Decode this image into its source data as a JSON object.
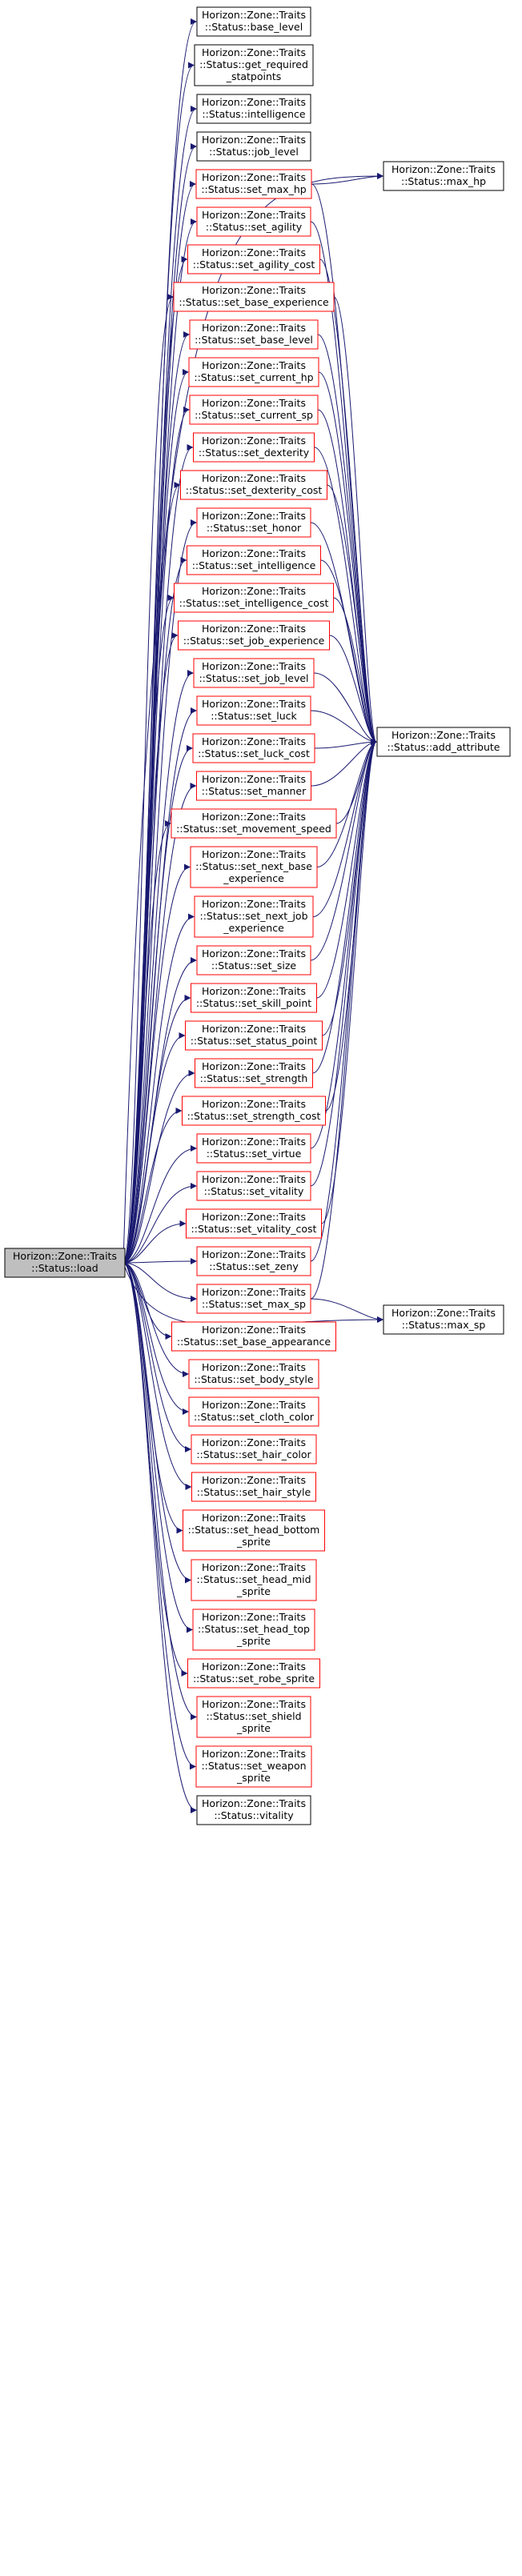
{
  "graph": {
    "source": {
      "id": "load",
      "lines": [
        "Horizon::Zone::Traits",
        "::Status::load"
      ],
      "fill": "#bfbfbf",
      "border": "#000000"
    },
    "colors": {
      "edge": "#191970",
      "linked_border": "#000000",
      "partial_border": "#ff0000"
    },
    "callees": [
      {
        "id": "base_level",
        "lines": [
          "Horizon::Zone::Traits",
          "::Status::base_level"
        ],
        "border": "black"
      },
      {
        "id": "get_required_statpoints",
        "lines": [
          "Horizon::Zone::Traits",
          "::Status::get_required",
          "_statpoints"
        ],
        "border": "black"
      },
      {
        "id": "intelligence",
        "lines": [
          "Horizon::Zone::Traits",
          "::Status::intelligence"
        ],
        "border": "black"
      },
      {
        "id": "job_level",
        "lines": [
          "Horizon::Zone::Traits",
          "::Status::job_level"
        ],
        "border": "black"
      },
      {
        "id": "set_max_hp",
        "lines": [
          "Horizon::Zone::Traits",
          "::Status::set_max_hp"
        ],
        "border": "red"
      },
      {
        "id": "set_agility",
        "lines": [
          "Horizon::Zone::Traits",
          "::Status::set_agility"
        ],
        "border": "red"
      },
      {
        "id": "set_agility_cost",
        "lines": [
          "Horizon::Zone::Traits",
          "::Status::set_agility_cost"
        ],
        "border": "red"
      },
      {
        "id": "set_base_experience",
        "lines": [
          "Horizon::Zone::Traits",
          "::Status::set_base_experience"
        ],
        "border": "red"
      },
      {
        "id": "set_base_level",
        "lines": [
          "Horizon::Zone::Traits",
          "::Status::set_base_level"
        ],
        "border": "red"
      },
      {
        "id": "set_current_hp",
        "lines": [
          "Horizon::Zone::Traits",
          "::Status::set_current_hp"
        ],
        "border": "red"
      },
      {
        "id": "set_current_sp",
        "lines": [
          "Horizon::Zone::Traits",
          "::Status::set_current_sp"
        ],
        "border": "red"
      },
      {
        "id": "set_dexterity",
        "lines": [
          "Horizon::Zone::Traits",
          "::Status::set_dexterity"
        ],
        "border": "red"
      },
      {
        "id": "set_dexterity_cost",
        "lines": [
          "Horizon::Zone::Traits",
          "::Status::set_dexterity_cost"
        ],
        "border": "red"
      },
      {
        "id": "set_honor",
        "lines": [
          "Horizon::Zone::Traits",
          "::Status::set_honor"
        ],
        "border": "red"
      },
      {
        "id": "set_intelligence",
        "lines": [
          "Horizon::Zone::Traits",
          "::Status::set_intelligence"
        ],
        "border": "red"
      },
      {
        "id": "set_intelligence_cost",
        "lines": [
          "Horizon::Zone::Traits",
          "::Status::set_intelligence_cost"
        ],
        "border": "red"
      },
      {
        "id": "set_job_experience",
        "lines": [
          "Horizon::Zone::Traits",
          "::Status::set_job_experience"
        ],
        "border": "red"
      },
      {
        "id": "set_job_level",
        "lines": [
          "Horizon::Zone::Traits",
          "::Status::set_job_level"
        ],
        "border": "red"
      },
      {
        "id": "set_luck",
        "lines": [
          "Horizon::Zone::Traits",
          "::Status::set_luck"
        ],
        "border": "red"
      },
      {
        "id": "set_luck_cost",
        "lines": [
          "Horizon::Zone::Traits",
          "::Status::set_luck_cost"
        ],
        "border": "red"
      },
      {
        "id": "set_manner",
        "lines": [
          "Horizon::Zone::Traits",
          "::Status::set_manner"
        ],
        "border": "red"
      },
      {
        "id": "set_movement_speed",
        "lines": [
          "Horizon::Zone::Traits",
          "::Status::set_movement_speed"
        ],
        "border": "red"
      },
      {
        "id": "set_next_base_experience",
        "lines": [
          "Horizon::Zone::Traits",
          "::Status::set_next_base",
          "_experience"
        ],
        "border": "red"
      },
      {
        "id": "set_next_job_experience",
        "lines": [
          "Horizon::Zone::Traits",
          "::Status::set_next_job",
          "_experience"
        ],
        "border": "red"
      },
      {
        "id": "set_size",
        "lines": [
          "Horizon::Zone::Traits",
          "::Status::set_size"
        ],
        "border": "red"
      },
      {
        "id": "set_skill_point",
        "lines": [
          "Horizon::Zone::Traits",
          "::Status::set_skill_point"
        ],
        "border": "red"
      },
      {
        "id": "set_status_point",
        "lines": [
          "Horizon::Zone::Traits",
          "::Status::set_status_point"
        ],
        "border": "red"
      },
      {
        "id": "set_strength",
        "lines": [
          "Horizon::Zone::Traits",
          "::Status::set_strength"
        ],
        "border": "red"
      },
      {
        "id": "set_strength_cost",
        "lines": [
          "Horizon::Zone::Traits",
          "::Status::set_strength_cost"
        ],
        "border": "red"
      },
      {
        "id": "set_virtue",
        "lines": [
          "Horizon::Zone::Traits",
          "::Status::set_virtue"
        ],
        "border": "red"
      },
      {
        "id": "set_vitality",
        "lines": [
          "Horizon::Zone::Traits",
          "::Status::set_vitality"
        ],
        "border": "red"
      },
      {
        "id": "set_vitality_cost",
        "lines": [
          "Horizon::Zone::Traits",
          "::Status::set_vitality_cost"
        ],
        "border": "red"
      },
      {
        "id": "set_zeny",
        "lines": [
          "Horizon::Zone::Traits",
          "::Status::set_zeny"
        ],
        "border": "red"
      },
      {
        "id": "set_max_sp",
        "lines": [
          "Horizon::Zone::Traits",
          "::Status::set_max_sp"
        ],
        "border": "red"
      },
      {
        "id": "set_base_appearance",
        "lines": [
          "Horizon::Zone::Traits",
          "::Status::set_base_appearance"
        ],
        "border": "red"
      },
      {
        "id": "set_body_style",
        "lines": [
          "Horizon::Zone::Traits",
          "::Status::set_body_style"
        ],
        "border": "red"
      },
      {
        "id": "set_cloth_color",
        "lines": [
          "Horizon::Zone::Traits",
          "::Status::set_cloth_color"
        ],
        "border": "red"
      },
      {
        "id": "set_hair_color",
        "lines": [
          "Horizon::Zone::Traits",
          "::Status::set_hair_color"
        ],
        "border": "red"
      },
      {
        "id": "set_hair_style",
        "lines": [
          "Horizon::Zone::Traits",
          "::Status::set_hair_style"
        ],
        "border": "red"
      },
      {
        "id": "set_head_bottom_sprite",
        "lines": [
          "Horizon::Zone::Traits",
          "::Status::set_head_bottom",
          "_sprite"
        ],
        "border": "red"
      },
      {
        "id": "set_head_mid_sprite",
        "lines": [
          "Horizon::Zone::Traits",
          "::Status::set_head_mid",
          "_sprite"
        ],
        "border": "red"
      },
      {
        "id": "set_head_top_sprite",
        "lines": [
          "Horizon::Zone::Traits",
          "::Status::set_head_top",
          "_sprite"
        ],
        "border": "red"
      },
      {
        "id": "set_robe_sprite",
        "lines": [
          "Horizon::Zone::Traits",
          "::Status::set_robe_sprite"
        ],
        "border": "red"
      },
      {
        "id": "set_shield_sprite",
        "lines": [
          "Horizon::Zone::Traits",
          "::Status::set_shield",
          "_sprite"
        ],
        "border": "red"
      },
      {
        "id": "set_weapon_sprite",
        "lines": [
          "Horizon::Zone::Traits",
          "::Status::set_weapon",
          "_sprite"
        ],
        "border": "red"
      },
      {
        "id": "vitality",
        "lines": [
          "Horizon::Zone::Traits",
          "::Status::vitality"
        ],
        "border": "black"
      }
    ],
    "secondary": [
      {
        "id": "max_hp",
        "lines": [
          "Horizon::Zone::Traits",
          "::Status::max_hp"
        ],
        "border": "black"
      },
      {
        "id": "add_attribute",
        "lines": [
          "Horizon::Zone::Traits",
          "::Status::add_attribute"
        ],
        "border": "black"
      },
      {
        "id": "max_sp",
        "lines": [
          "Horizon::Zone::Traits",
          "::Status::max_sp"
        ],
        "border": "black"
      }
    ],
    "edges_to_secondary": [
      {
        "from": "load",
        "to": "max_hp"
      },
      {
        "from": "set_max_hp",
        "to": "max_hp"
      },
      {
        "from": "load",
        "to": "max_sp"
      },
      {
        "from": "set_max_sp",
        "to": "max_sp"
      },
      {
        "from": "set_max_hp",
        "to": "add_attribute"
      },
      {
        "from": "set_agility",
        "to": "add_attribute"
      },
      {
        "from": "set_agility_cost",
        "to": "add_attribute"
      },
      {
        "from": "set_base_experience",
        "to": "add_attribute"
      },
      {
        "from": "set_base_level",
        "to": "add_attribute"
      },
      {
        "from": "set_current_hp",
        "to": "add_attribute"
      },
      {
        "from": "set_current_sp",
        "to": "add_attribute"
      },
      {
        "from": "set_dexterity",
        "to": "add_attribute"
      },
      {
        "from": "set_dexterity_cost",
        "to": "add_attribute"
      },
      {
        "from": "set_honor",
        "to": "add_attribute"
      },
      {
        "from": "set_intelligence",
        "to": "add_attribute"
      },
      {
        "from": "set_intelligence_cost",
        "to": "add_attribute"
      },
      {
        "from": "set_job_experience",
        "to": "add_attribute"
      },
      {
        "from": "set_job_level",
        "to": "add_attribute"
      },
      {
        "from": "set_luck",
        "to": "add_attribute"
      },
      {
        "from": "set_luck_cost",
        "to": "add_attribute"
      },
      {
        "from": "set_manner",
        "to": "add_attribute"
      },
      {
        "from": "set_movement_speed",
        "to": "add_attribute"
      },
      {
        "from": "set_next_base_experience",
        "to": "add_attribute"
      },
      {
        "from": "set_next_job_experience",
        "to": "add_attribute"
      },
      {
        "from": "set_size",
        "to": "add_attribute"
      },
      {
        "from": "set_skill_point",
        "to": "add_attribute"
      },
      {
        "from": "set_status_point",
        "to": "add_attribute"
      },
      {
        "from": "set_strength",
        "to": "add_attribute"
      },
      {
        "from": "set_strength_cost",
        "to": "add_attribute"
      },
      {
        "from": "set_virtue",
        "to": "add_attribute"
      },
      {
        "from": "set_vitality",
        "to": "add_attribute"
      },
      {
        "from": "set_vitality_cost",
        "to": "add_attribute"
      },
      {
        "from": "set_zeny",
        "to": "add_attribute"
      },
      {
        "from": "set_max_sp",
        "to": "add_attribute"
      }
    ]
  }
}
